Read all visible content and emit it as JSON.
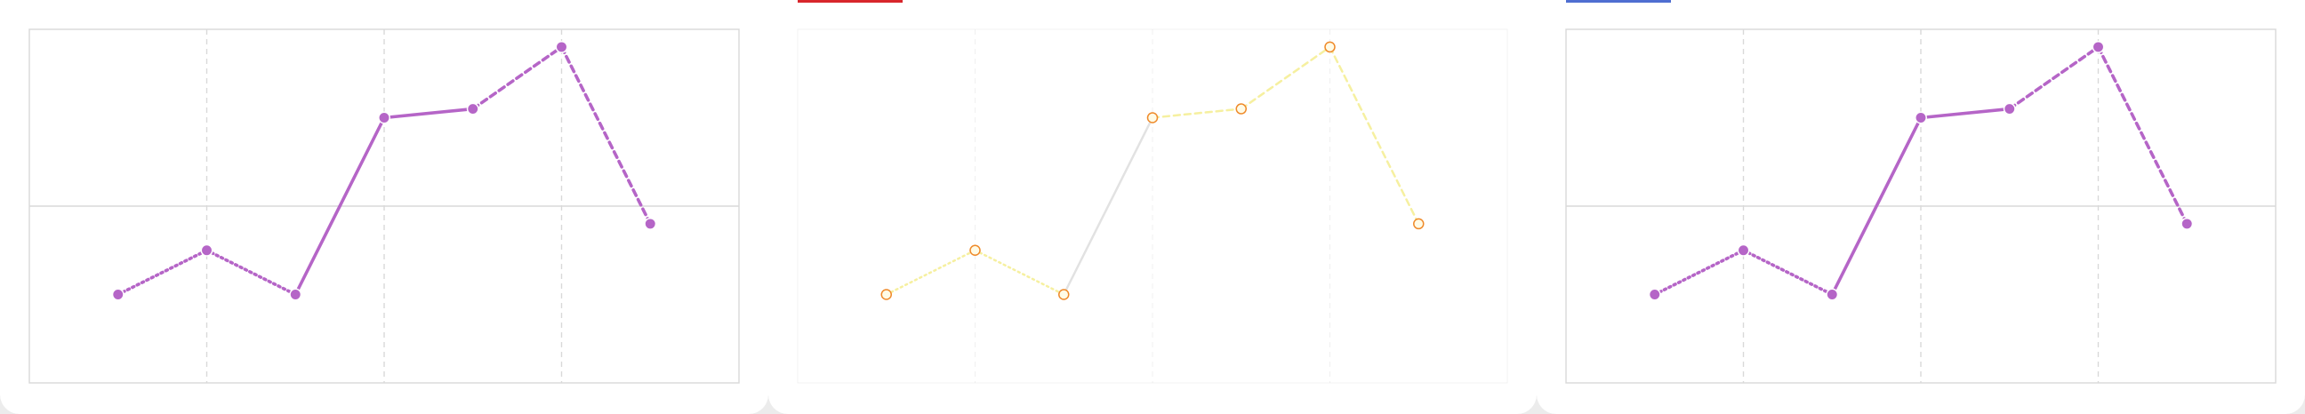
{
  "colors": {
    "background": "#ececec",
    "panel": "#ffffff",
    "plot_border": "#d9d9d9",
    "grid_dashed": "#d9d9d9",
    "midline": "#d9d9d9",
    "series_purple": "#b565c7",
    "series_yellow": "#f6f0a0",
    "series_yellow_marker": "#ef8a2a",
    "series_grey": "#e2e2e2",
    "accent_red": "#d8262c",
    "accent_blue": "#4f6ed1"
  },
  "panels": [
    {
      "id": "left",
      "accent": null
    },
    {
      "id": "middle",
      "accent": "accent_red"
    },
    {
      "id": "right",
      "accent": "accent_blue"
    }
  ],
  "chart_data": [
    {
      "type": "line",
      "title": "",
      "xlabel": "",
      "ylabel": "",
      "x": [
        1,
        2,
        3,
        4,
        5,
        6,
        7
      ],
      "xlim": [
        0,
        8
      ],
      "ylim": [
        0,
        8
      ],
      "grid": true,
      "series": [
        {
          "values": [
            2.0,
            3.0,
            2.0,
            6.0,
            6.2,
            7.6,
            3.6
          ],
          "segment_styles": [
            "dotted",
            "dotted",
            "solid",
            "solid",
            "dashed",
            "dashed"
          ],
          "color": "series_purple",
          "marker": "filled"
        }
      ]
    },
    {
      "type": "line",
      "title": "",
      "xlabel": "",
      "ylabel": "",
      "x": [
        1,
        2,
        3,
        4,
        5,
        6,
        7
      ],
      "xlim": [
        0,
        8
      ],
      "ylim": [
        0,
        8
      ],
      "grid": true,
      "series": [
        {
          "values": [
            2.0,
            3.0,
            2.0,
            6.0,
            6.2,
            7.6,
            3.6
          ],
          "segment_styles": [
            "dotted",
            "dotted",
            "solid",
            "dashed",
            "dashed",
            "dashed"
          ],
          "segment_colors": [
            "series_yellow",
            "series_yellow",
            "series_grey",
            "series_yellow",
            "series_yellow",
            "series_yellow"
          ],
          "color": "series_yellow",
          "marker": "hollow"
        }
      ]
    },
    {
      "type": "line",
      "title": "",
      "xlabel": "",
      "ylabel": "",
      "x": [
        1,
        2,
        3,
        4,
        5,
        6,
        7
      ],
      "xlim": [
        0,
        8
      ],
      "ylim": [
        0,
        8
      ],
      "grid": true,
      "series": [
        {
          "values": [
            2.0,
            3.0,
            2.0,
            6.0,
            6.2,
            7.6,
            3.6
          ],
          "segment_styles": [
            "dotted",
            "dotted",
            "solid",
            "solid",
            "dashed",
            "dashed"
          ],
          "color": "series_purple",
          "marker": "filled"
        }
      ]
    }
  ]
}
